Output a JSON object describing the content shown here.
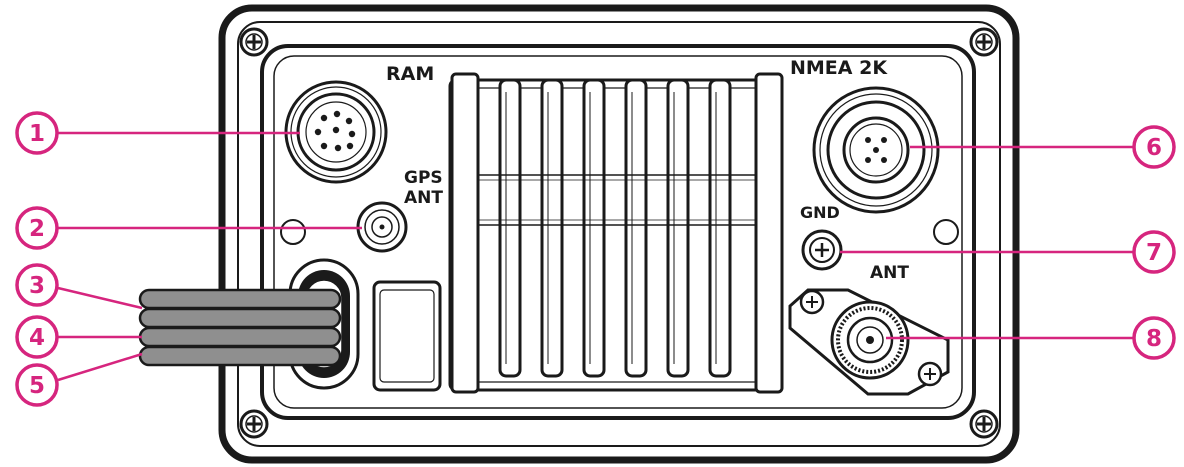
{
  "labels": {
    "ram": "RAM",
    "gps_line1": "GPS",
    "gps_line2": "ANT",
    "nmea": "NMEA 2K",
    "gnd": "GND",
    "ant": "ANT"
  },
  "callouts": [
    "1",
    "2",
    "3",
    "4",
    "5",
    "6",
    "7",
    "8"
  ],
  "colors": {
    "callout": "#d6257e",
    "outline": "#1a1a1a",
    "cable": "#8f8f8f"
  }
}
